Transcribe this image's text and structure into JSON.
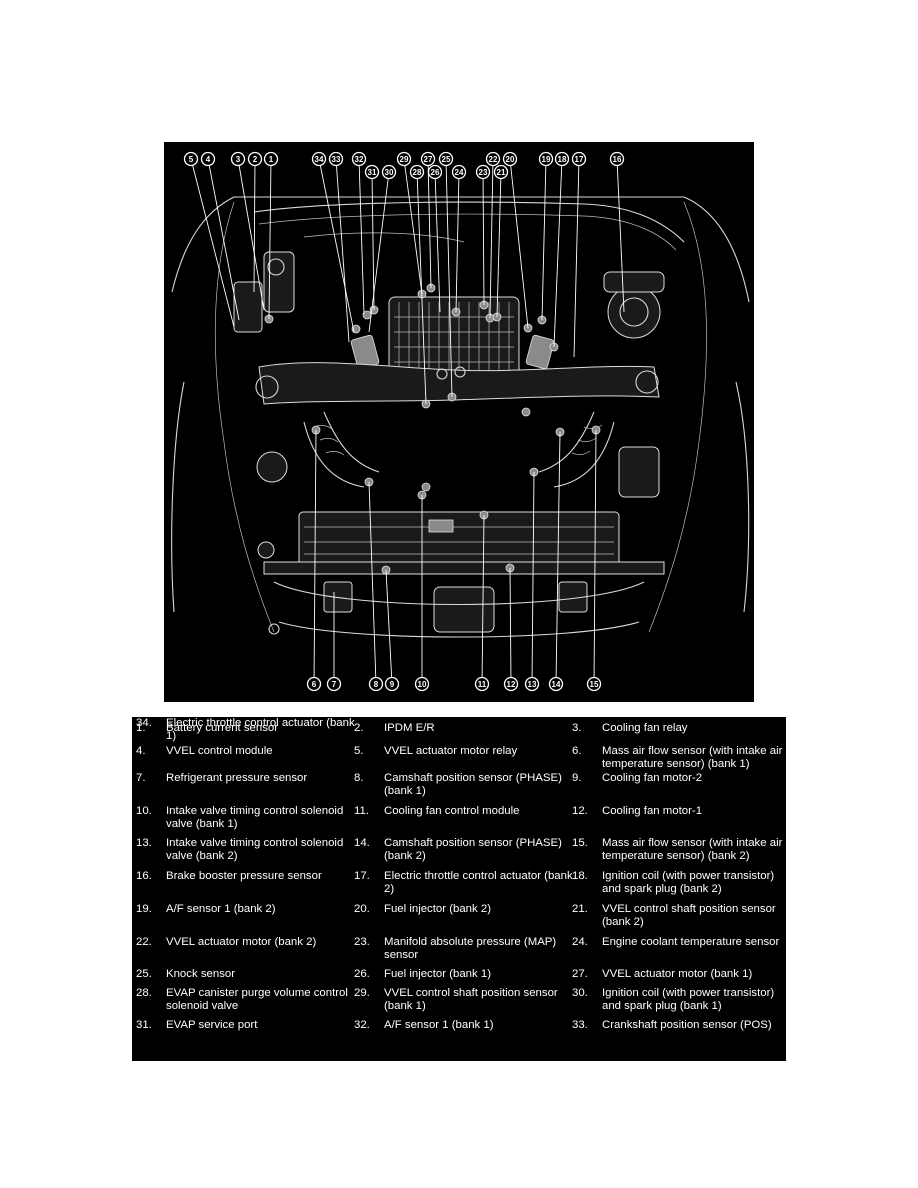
{
  "callouts_top": [
    "5",
    "4",
    "3",
    "2",
    "1",
    "34",
    "33",
    "32",
    "31",
    "30",
    "29",
    "28",
    "27",
    "26",
    "25",
    "24",
    "23",
    "22",
    "21",
    "20",
    "19",
    "18",
    "17",
    "16"
  ],
  "callouts_bottom": [
    "6",
    "7",
    "8",
    "9",
    "10",
    "11",
    "12",
    "13",
    "14",
    "15"
  ],
  "legend": [
    {
      "num": "1.",
      "text": "Battery current sensor"
    },
    {
      "num": "2.",
      "text": "IPDM E/R"
    },
    {
      "num": "3.",
      "text": "Cooling fan relay"
    },
    {
      "num": "4.",
      "text": "VVEL control module"
    },
    {
      "num": "5.",
      "text": "VVEL actuator motor relay"
    },
    {
      "num": "6.",
      "text": "Mass air flow sensor (with intake air temperature sensor) (bank 1)"
    },
    {
      "num": "7.",
      "text": "Refrigerant pressure sensor"
    },
    {
      "num": "8.",
      "text": "Camshaft position sensor (PHASE) (bank 1)"
    },
    {
      "num": "9.",
      "text": "Cooling fan motor-2"
    },
    {
      "num": "10.",
      "text": "Intake valve timing control solenoid valve (bank 1)"
    },
    {
      "num": "11.",
      "text": "Cooling fan control module"
    },
    {
      "num": "12.",
      "text": "Cooling fan motor-1"
    },
    {
      "num": "13.",
      "text": "Intake valve timing control solenoid valve (bank 2)"
    },
    {
      "num": "14.",
      "text": "Camshaft position sensor (PHASE) (bank 2)"
    },
    {
      "num": "15.",
      "text": "Mass air flow sensor (with intake air temperature sensor) (bank 2)"
    },
    {
      "num": "16.",
      "text": "Brake booster pressure sensor"
    },
    {
      "num": "17.",
      "text": "Electric throttle control actuator (bank 2)"
    },
    {
      "num": "18.",
      "text": "Ignition coil (with power transistor) and spark plug (bank 2)"
    },
    {
      "num": "19.",
      "text": "A/F sensor 1 (bank 2)"
    },
    {
      "num": "20.",
      "text": "Fuel injector (bank 2)"
    },
    {
      "num": "21.",
      "text": "VVEL control shaft position sensor (bank 2)"
    },
    {
      "num": "22.",
      "text": "VVEL actuator motor (bank 2)"
    },
    {
      "num": "23.",
      "text": "Manifold absolute pressure (MAP) sensor"
    },
    {
      "num": "24.",
      "text": "Engine coolant temperature sensor"
    },
    {
      "num": "25.",
      "text": "Knock sensor"
    },
    {
      "num": "26.",
      "text": "Fuel injector (bank 1)"
    },
    {
      "num": "27.",
      "text": "VVEL actuator motor (bank 1)"
    },
    {
      "num": "28.",
      "text": "EVAP canister purge volume control solenoid valve"
    },
    {
      "num": "29.",
      "text": "VVEL control shaft position sensor (bank 1)"
    },
    {
      "num": "30.",
      "text": "Ignition coil (with power transistor) and spark plug (bank 1)"
    },
    {
      "num": "31.",
      "text": "EVAP service port"
    },
    {
      "num": "32.",
      "text": "A/F sensor 1 (bank 1)"
    },
    {
      "num": "33.",
      "text": "Crankshaft position sensor (POS)"
    },
    {
      "num": "34.",
      "text": "Electric throttle control actuator (bank 1)"
    }
  ]
}
